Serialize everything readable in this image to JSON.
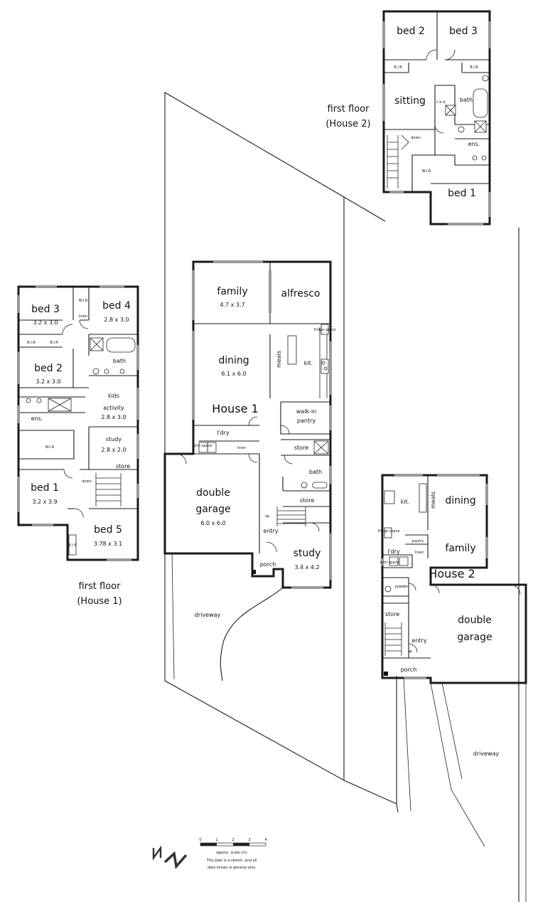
{
  "title": "",
  "labels": {
    "h1_first_floor": {
      "line1": "first floor",
      "line2": "(House 1)"
    },
    "h2_first_floor": {
      "line1": "first floor",
      "line2": "(House 2)"
    },
    "house1": "House 1",
    "house2": "House 2"
  },
  "house2_first_floor": {
    "bed2": "bed 2",
    "bed3": "bed 3",
    "sitting": "sitting",
    "bath": "bath",
    "ens": "ens.",
    "bed1": "bed 1",
    "wir": "W.I.R",
    "down": "down",
    "bir1": "B.I.R",
    "bir2": "B.I.R",
    "cbd": "c b d"
  },
  "house1_first_floor": {
    "bed3": "bed 3",
    "bed3_dim": "3.2 x 3.0",
    "bed4": "bed 4",
    "bed4_dim": "2.8 x 3.0",
    "bed2": "bed 2",
    "bed2_dim": "3.2 x 3.0",
    "bath": "bath",
    "kids": "kids",
    "activity": "activity",
    "kids_dim": "2.8 x 3.0",
    "ens": "ens.",
    "wir": "W.I.R",
    "wir2": "W.I.R",
    "linen": "linen",
    "study": "study",
    "study_dim": "2.8 x 2.0",
    "store": "store",
    "down": "down",
    "bed1": "bed 1",
    "bed1_dim": "3.2 x 3.9",
    "bed5": "bed 5",
    "bed5_dim": "3.78 x 3.1",
    "bir1": "B.I.R",
    "bir2": "B.I.R",
    "bir3": "B I R"
  },
  "house1_ground": {
    "family": "family",
    "family_dim": "4.7 x 3.7",
    "alfresco": "alfresco",
    "dining": "dining",
    "dining_dim": "6.1 x 6.0",
    "meals": "meals",
    "kit": "kit.",
    "walkin": "walk-in",
    "pantry": "pantry",
    "ldry": "l'dry",
    "linen": "linen",
    "store": "store",
    "store2": "store",
    "bath": "bath",
    "garage1": "double",
    "garage2": "garage",
    "garage_dim": "6.0 x 6.0",
    "entry": "entry",
    "up": "up",
    "porch": "porch",
    "study": "study",
    "study_dim": "3.4 x 4.2",
    "driveway": "driveway",
    "fridge": "fridge space",
    "wm": "w/m space"
  },
  "house2_ground": {
    "kit": "kit.",
    "meals": "meals",
    "dining": "dining",
    "family": "family",
    "pantry": "pantry",
    "linen": "linen",
    "ldry": "l'dry",
    "powder": "powder",
    "store": "store",
    "entry": "entry",
    "up": "up",
    "porch": "porch",
    "garage1": "double",
    "garage2": "garage",
    "driveway": "driveway",
    "fridge": "fridge space",
    "wm": "w/m space"
  },
  "scale": {
    "ticks": [
      "0",
      "1",
      "2",
      "3",
      "4"
    ],
    "title": "approx. scale (m)",
    "note1": "This plan is a sketch, and all",
    "note2": "data shown is general only."
  }
}
